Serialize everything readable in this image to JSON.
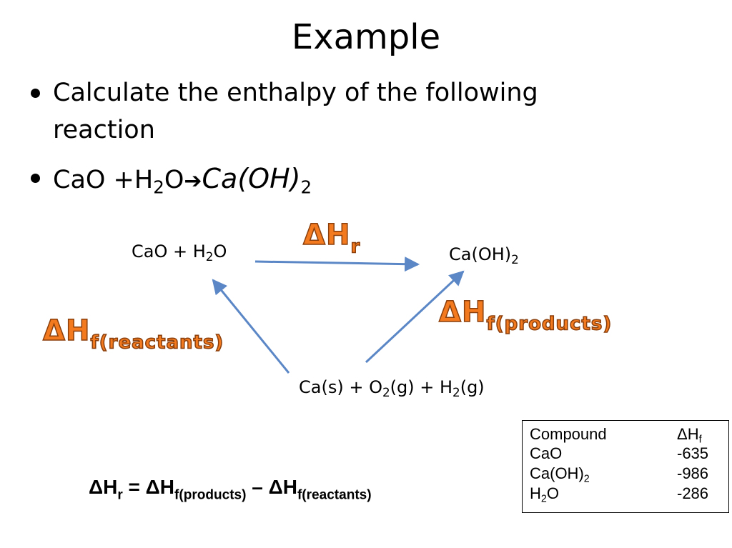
{
  "title": "Example",
  "bullets": {
    "b1_line1": "Calculate the enthalpy of  the following",
    "b1_line2": "reaction",
    "b2_reactants": "CaO +H",
    "b2_sub": "2",
    "b2_o": "O",
    "b2_arrow": "➔",
    "b2_product": "Ca(OH)",
    "b2_product_sub": "2"
  },
  "diagram": {
    "reactants_pre": "CaO + H",
    "reactants_sub": "2",
    "reactants_post": "O",
    "products_pre": "Ca(OH)",
    "products_sub": "2",
    "elements_a": "Ca(s) + O",
    "elements_sub1": "2",
    "elements_b": "(g) + H",
    "elements_sub2": "2",
    "elements_c": "(g)",
    "dhr_main": "ΔH",
    "dhr_sub": "r",
    "dhfp_main": "ΔH",
    "dhfp_sub": "f(products)",
    "dhfr_main": "ΔH",
    "dhfr_sub": "f(reactants)",
    "accent_color": "#f37a1e",
    "arrow_color": "#5b87c6"
  },
  "formula": {
    "p1": "ΔH",
    "s1": "r",
    "p2": " = ΔH",
    "s2": "f(products)",
    "p3": " – ΔH",
    "s3": "f(reactants)"
  },
  "table": {
    "header": {
      "c1": "Compound",
      "c2_main": "ΔH",
      "c2_sub": "f"
    },
    "rows": [
      {
        "c1_main": "CaO",
        "c1_sub": "",
        "c1_post": "",
        "c2": "-635"
      },
      {
        "c1_main": "Ca(OH)",
        "c1_sub": "2",
        "c1_post": "",
        "c2": "-986"
      },
      {
        "c1_main": "H",
        "c1_sub": "2",
        "c1_post": "O",
        "c2": "-286"
      }
    ]
  }
}
